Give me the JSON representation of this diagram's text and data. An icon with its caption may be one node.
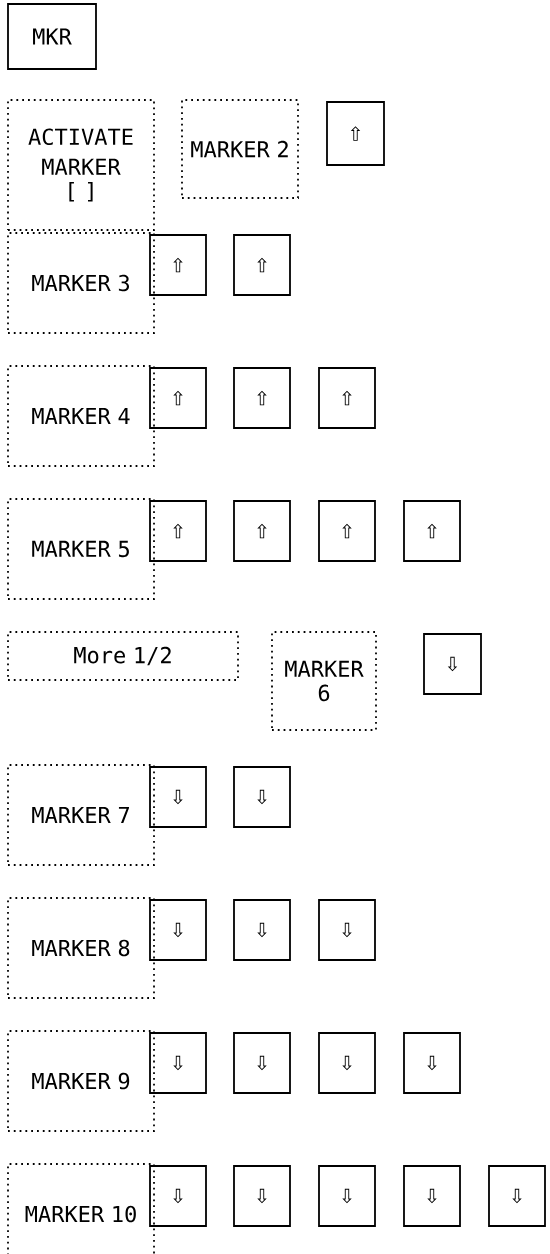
{
  "diagram": {
    "nodes": [
      {
        "text": [
          "MKR"
        ]
      },
      {
        "text": [
          "ACTIVATE MARKER",
          "[ ]"
        ]
      },
      {
        "text": [
          "MARKER 2"
        ]
      },
      {
        "text": [
          "⇧"
        ]
      },
      {
        "text": [
          "MARKER 3"
        ]
      },
      {
        "text": [
          "⇧"
        ]
      },
      {
        "text": [
          "⇧"
        ]
      },
      {
        "text": [
          "MARKER 4"
        ]
      },
      {
        "text": [
          "⇧"
        ]
      },
      {
        "text": [
          "⇧"
        ]
      },
      {
        "text": [
          "⇧"
        ]
      },
      {
        "text": [
          "MARKER 5"
        ]
      },
      {
        "text": [
          "⇧"
        ]
      },
      {
        "text": [
          "⇧"
        ]
      },
      {
        "text": [
          "⇧"
        ]
      },
      {
        "text": [
          "⇧"
        ]
      },
      {
        "text": [
          "More 1/2"
        ]
      },
      {
        "text": [
          "MARKER 6"
        ]
      },
      {
        "text": [
          "⇩"
        ]
      },
      {
        "text": [
          "MARKER 7"
        ]
      },
      {
        "text": [
          "⇩"
        ]
      },
      {
        "text": [
          "⇩"
        ]
      },
      {
        "text": [
          "MARKER 8"
        ]
      },
      {
        "text": [
          "⇩"
        ]
      },
      {
        "text": [
          "⇩"
        ]
      },
      {
        "text": [
          "⇩"
        ]
      },
      {
        "text": [
          "MARKER 9"
        ]
      },
      {
        "text": [
          "⇩"
        ]
      },
      {
        "text": [
          "⇩"
        ]
      },
      {
        "text": [
          "⇩"
        ]
      },
      {
        "text": [
          "⇩"
        ]
      },
      {
        "text": [
          "MARKER 10"
        ]
      },
      {
        "text": [
          "⇩"
        ]
      },
      {
        "text": [
          "⇩"
        ]
      },
      {
        "text": [
          "⇩"
        ]
      },
      {
        "text": [
          "⇩"
        ]
      },
      {
        "text": [
          "⇩"
        ]
      }
    ]
  }
}
